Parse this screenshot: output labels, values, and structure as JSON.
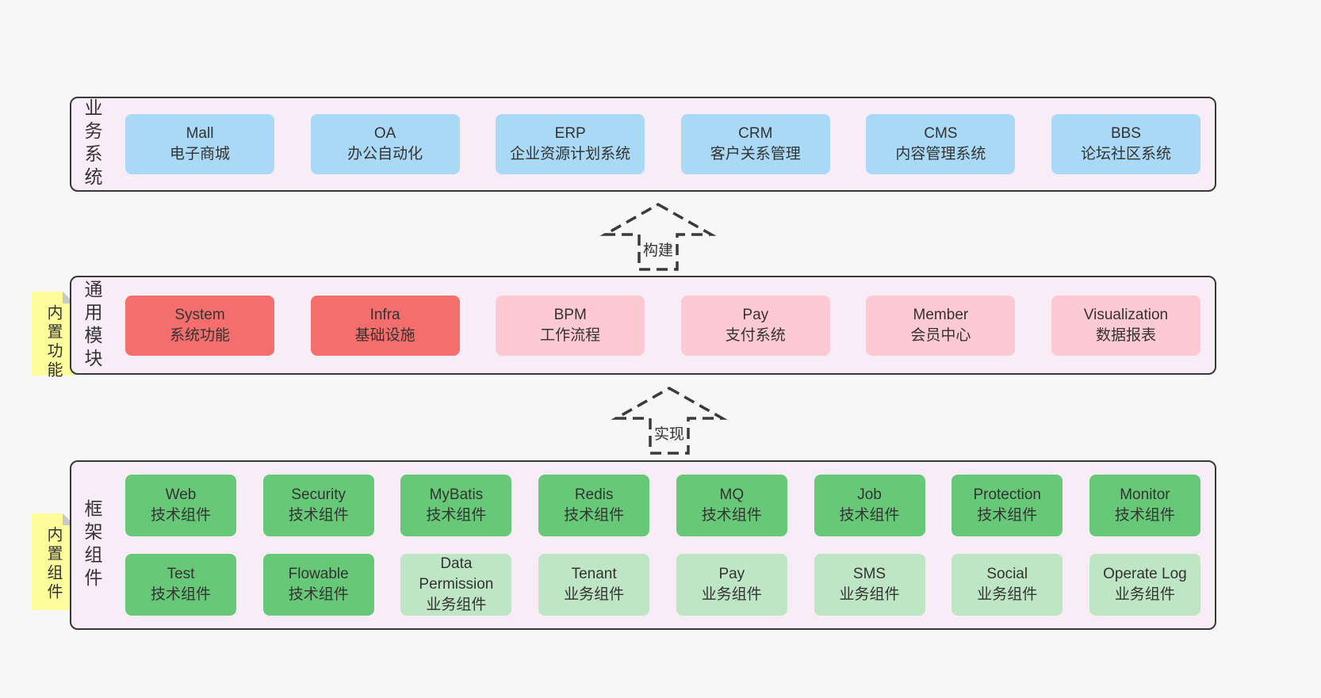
{
  "colors": {
    "page_bg": "#f7f7f7",
    "panel_bg": "#f8edf6",
    "panel_border": "#383838",
    "blue": "#a9d9f5",
    "red": "#f56e6e",
    "pink": "#fdc9d2",
    "green": "#67c878",
    "lightgreen": "#bee5c4",
    "sticky_yellow": "#fdfd9c",
    "sticky_fold": "#c9c9c9",
    "text": "#333333"
  },
  "stickies": [
    {
      "id": "built-in-features",
      "label": "内置功能"
    },
    {
      "id": "built-in-components",
      "label": "内置组件"
    }
  ],
  "arrows": [
    {
      "id": "build",
      "label": "构建"
    },
    {
      "id": "implement",
      "label": "实现"
    }
  ],
  "sections": {
    "business": {
      "label": "业务系统",
      "boxes": [
        {
          "id": "mall",
          "name": "Mall",
          "sub": "电子商城",
          "type": "blue"
        },
        {
          "id": "oa",
          "name": "OA",
          "sub": "办公自动化",
          "type": "blue"
        },
        {
          "id": "erp",
          "name": "ERP",
          "sub": "企业资源计划系统",
          "type": "blue"
        },
        {
          "id": "crm",
          "name": "CRM",
          "sub": "客户关系管理",
          "type": "blue"
        },
        {
          "id": "cms",
          "name": "CMS",
          "sub": "内容管理系统",
          "type": "blue"
        },
        {
          "id": "bbs",
          "name": "BBS",
          "sub": "论坛社区系统",
          "type": "blue"
        }
      ]
    },
    "modules": {
      "label": "通用模块",
      "boxes": [
        {
          "id": "system",
          "name": "System",
          "sub": "系统功能",
          "type": "red"
        },
        {
          "id": "infra",
          "name": "Infra",
          "sub": "基础设施",
          "type": "red"
        },
        {
          "id": "bpm",
          "name": "BPM",
          "sub": "工作流程",
          "type": "pink"
        },
        {
          "id": "pay",
          "name": "Pay",
          "sub": "支付系统",
          "type": "pink"
        },
        {
          "id": "member",
          "name": "Member",
          "sub": "会员中心",
          "type": "pink"
        },
        {
          "id": "visualization",
          "name": "Visualization",
          "sub": "数据报表",
          "type": "pink"
        }
      ]
    },
    "framework": {
      "label": "框架组件",
      "row1": [
        {
          "id": "web",
          "name": "Web",
          "sub": "技术组件",
          "type": "green"
        },
        {
          "id": "security",
          "name": "Security",
          "sub": "技术组件",
          "type": "green"
        },
        {
          "id": "mybatis",
          "name": "MyBatis",
          "sub": "技术组件",
          "type": "green"
        },
        {
          "id": "redis",
          "name": "Redis",
          "sub": "技术组件",
          "type": "green"
        },
        {
          "id": "mq",
          "name": "MQ",
          "sub": "技术组件",
          "type": "green"
        },
        {
          "id": "job",
          "name": "Job",
          "sub": "技术组件",
          "type": "green"
        },
        {
          "id": "protection",
          "name": "Protection",
          "sub": "技术组件",
          "type": "green"
        },
        {
          "id": "monitor",
          "name": "Monitor",
          "sub": "技术组件",
          "type": "green"
        }
      ],
      "row2": [
        {
          "id": "test",
          "name": "Test",
          "sub": "技术组件",
          "type": "green"
        },
        {
          "id": "flowable",
          "name": "Flowable",
          "sub": "技术组件",
          "type": "green"
        },
        {
          "id": "data-permission",
          "name": "Data Permission",
          "sub": "业务组件",
          "type": "lightgreen"
        },
        {
          "id": "tenant",
          "name": "Tenant",
          "sub": "业务组件",
          "type": "lightgreen"
        },
        {
          "id": "pay-biz",
          "name": "Pay",
          "sub": "业务组件",
          "type": "lightgreen"
        },
        {
          "id": "sms",
          "name": "SMS",
          "sub": "业务组件",
          "type": "lightgreen"
        },
        {
          "id": "social",
          "name": "Social",
          "sub": "业务组件",
          "type": "lightgreen"
        },
        {
          "id": "operate-log",
          "name": "Operate Log",
          "sub": "业务组件",
          "type": "lightgreen"
        }
      ]
    }
  }
}
